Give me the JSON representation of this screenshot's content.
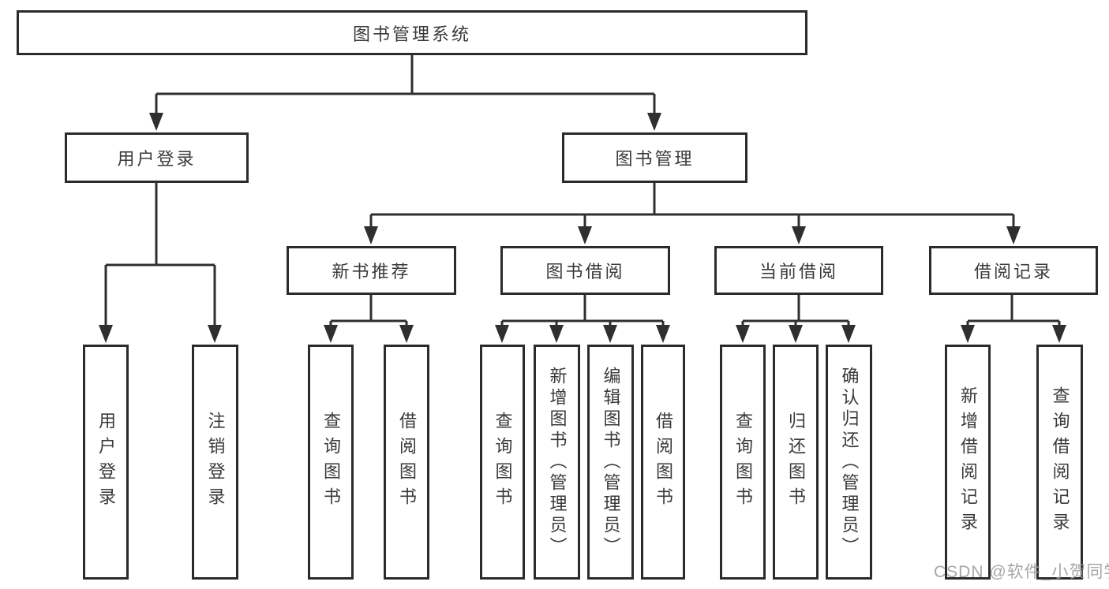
{
  "watermark": {
    "text": "CSDN @软件_小贺同学",
    "color": "#9e9e9e"
  },
  "diagram": {
    "type": "tree",
    "colors": {
      "line": "#2f2f2f",
      "border": "#2b2b2b",
      "text": "#3a3a3a",
      "background": "#ffffff"
    },
    "nodes": {
      "root": "图书管理系统",
      "userLogin": "用户登录",
      "bookMgmt": "图书管理",
      "newBookRec": "新书推荐",
      "bookBorrow": "图书借阅",
      "currentBorrow": "当前借阅",
      "borrowRecord": "借阅记录",
      "leafUserLogin": "用户登录",
      "leafLogout": "注销登录",
      "leafNbQuery": "查询图书",
      "leafNbBorrow": "借阅图书",
      "leafBbQuery": "查询图书",
      "leafBbAdd": "新增图书（管理员）",
      "leafBbEdit": "编辑图书（管理员）",
      "leafBbBorrow": "借阅图书",
      "leafCbQuery": "查询图书",
      "leafCbReturn": "归还图书",
      "leafCbConfirm": "确认归还（管理员）",
      "leafBrAdd": "新增借阅记录",
      "leafBrQuery": "查询借阅记录"
    },
    "hierarchy": [
      {
        "parent": "图书管理系统",
        "children": [
          "用户登录",
          "图书管理"
        ]
      },
      {
        "parent": "用户登录",
        "children": [
          "用户登录",
          "注销登录"
        ]
      },
      {
        "parent": "图书管理",
        "children": [
          "新书推荐",
          "图书借阅",
          "当前借阅",
          "借阅记录"
        ]
      },
      {
        "parent": "新书推荐",
        "children": [
          "查询图书",
          "借阅图书"
        ]
      },
      {
        "parent": "图书借阅",
        "children": [
          "查询图书",
          "新增图书（管理员）",
          "编辑图书（管理员）",
          "借阅图书"
        ]
      },
      {
        "parent": "当前借阅",
        "children": [
          "查询图书",
          "归还图书",
          "确认归还（管理员）"
        ]
      },
      {
        "parent": "借阅记录",
        "children": [
          "新增借阅记录",
          "查询借阅记录"
        ]
      }
    ]
  }
}
